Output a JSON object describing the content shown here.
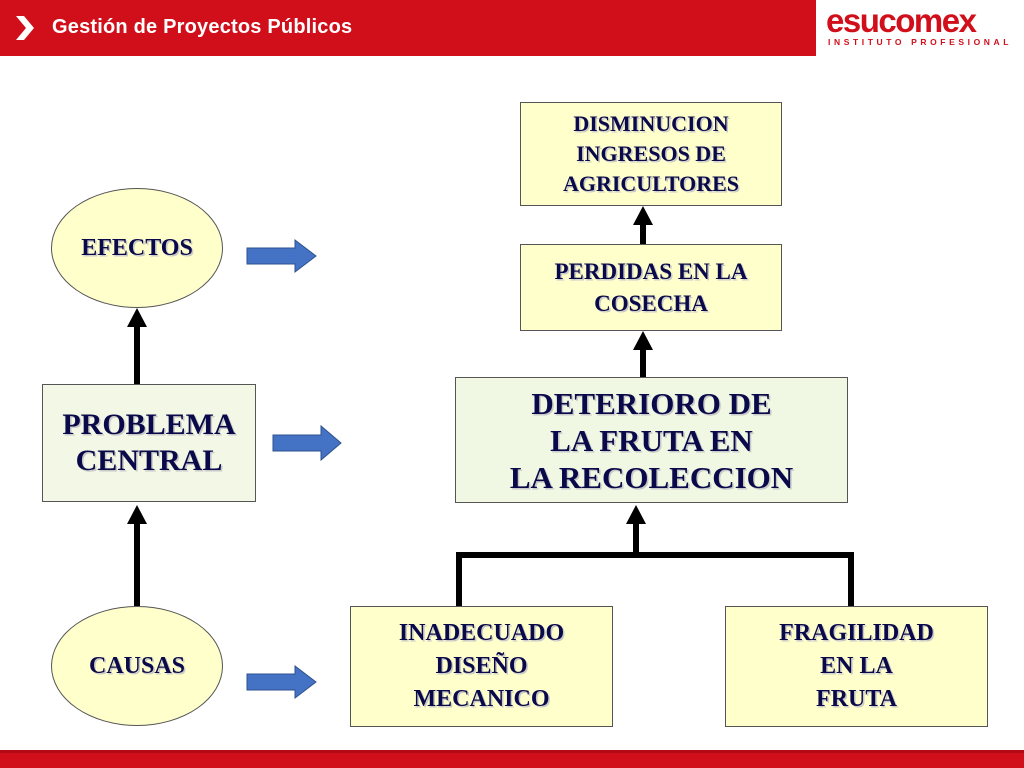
{
  "header": {
    "title": "Gestión de Proyectos Públicos",
    "logo_name": "esucomex",
    "logo_subtitle": "INSTITUTO PROFESIONAL",
    "brand_color": "#d10f1b"
  },
  "legend": {
    "efectos": "EFECTOS",
    "problema_central": "PROBLEMA\nCENTRAL",
    "causas": "CAUSAS"
  },
  "tree": {
    "effect_top": "DISMINUCION\nINGRESOS DE\nAGRICULTORES",
    "effect_mid": "PERDIDAS EN LA\nCOSECHA",
    "central_problem": "DETERIORO DE\nLA FRUTA EN\nLA RECOLECCION",
    "cause_left": "INADECUADO\nDISEÑO\nMECANICO",
    "cause_right": "FRAGILIDAD\nEN LA\nFRUTA"
  },
  "colors": {
    "box_fill": "#ffffcc",
    "central_fill": "#f0f8e4",
    "text": "#0a0a4a",
    "arrow_blue": "#4472c4"
  }
}
